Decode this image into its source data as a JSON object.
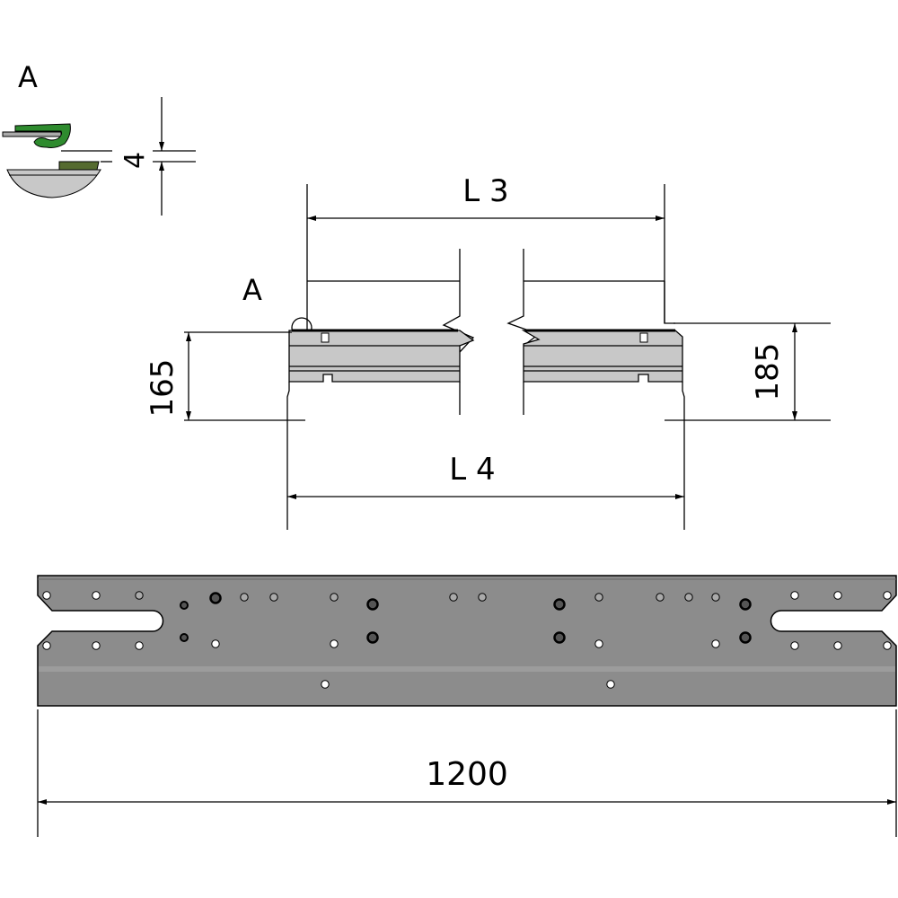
{
  "detail": {
    "label": "A",
    "gap_value": "4"
  },
  "section": {
    "detail_marker": "A",
    "inner_length": "L 3",
    "outer_length": "L 4",
    "left_height": "165",
    "right_height": "185"
  },
  "plate": {
    "length": "1200"
  },
  "colors": {
    "plate": "#8c8c8c",
    "profile": "#c8c8c8",
    "seal": "#2e8b2e",
    "seal_dark": "#556b2f"
  }
}
